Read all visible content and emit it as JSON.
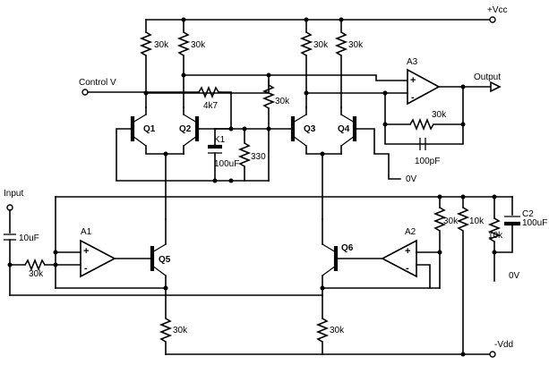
{
  "rails": {
    "vcc": "+Vcc",
    "vdd": "-Vdd",
    "ground_1": "0V",
    "ground_2": "0V"
  },
  "io": {
    "control": "Control V",
    "input": "Input",
    "output": "Output"
  },
  "components": {
    "r_q1_collector": "30k",
    "r_q2_collector": "30k",
    "r_q3_collector": "30k",
    "r_q4_collector": "30k",
    "r_4k7": "4k7",
    "r_mid": "30k",
    "r_330": "330",
    "r_a3_feedback": "30k",
    "c_a3_feedback": "100pF",
    "k1_label": "K1",
    "k1_value": "100uF",
    "r_input": "30k",
    "c_input": "10uF",
    "r_q5_emitter": "30k",
    "r_q6_emitter": "30k",
    "r_divider_1": "30k",
    "r_divider_2": "10k",
    "r_divider_3": "10k",
    "c2_label": "C2",
    "c2_value": "100uF"
  },
  "transistors": {
    "q1": "Q1",
    "q2": "Q2",
    "q3": "Q3",
    "q4": "Q4",
    "q5": "Q5",
    "q6": "Q6"
  },
  "amplifiers": {
    "a1": "A1",
    "a2": "A2",
    "a3": "A3",
    "plus": "+",
    "minus": "-"
  }
}
